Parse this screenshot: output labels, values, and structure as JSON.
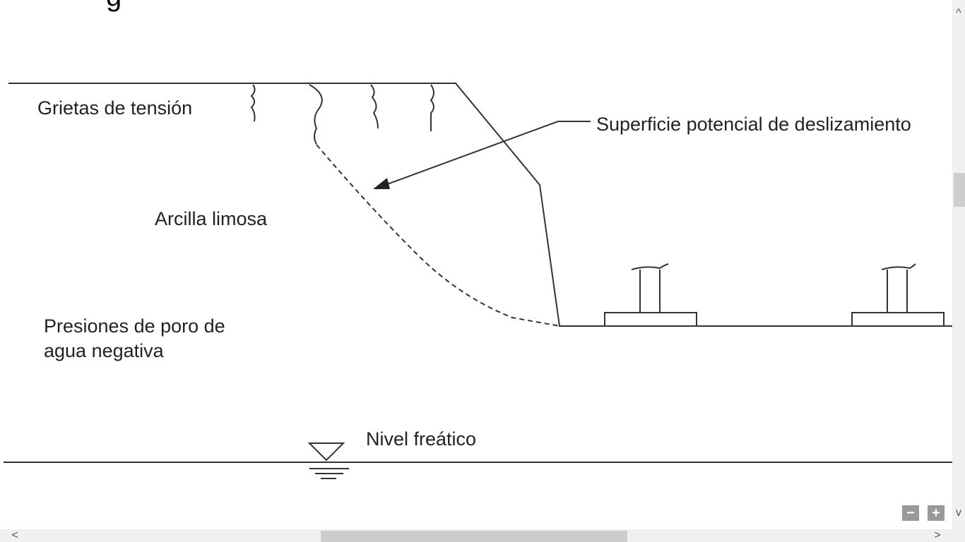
{
  "diagram": {
    "title_fragment": "g",
    "labels": {
      "tension_cracks": "Grietas de tensión",
      "slip_surface": "Superficie potencial de deslizamiento",
      "soil": "Arcilla limosa",
      "pore_pressure_line1": "Presiones de poro de",
      "pore_pressure_line2": "agua negativa",
      "water_table": "Nivel freático"
    }
  },
  "controls": {
    "zoom_out": "−",
    "zoom_in": "+",
    "scroll_up": "^",
    "scroll_down": "v",
    "scroll_left": "<",
    "scroll_right": ">"
  }
}
